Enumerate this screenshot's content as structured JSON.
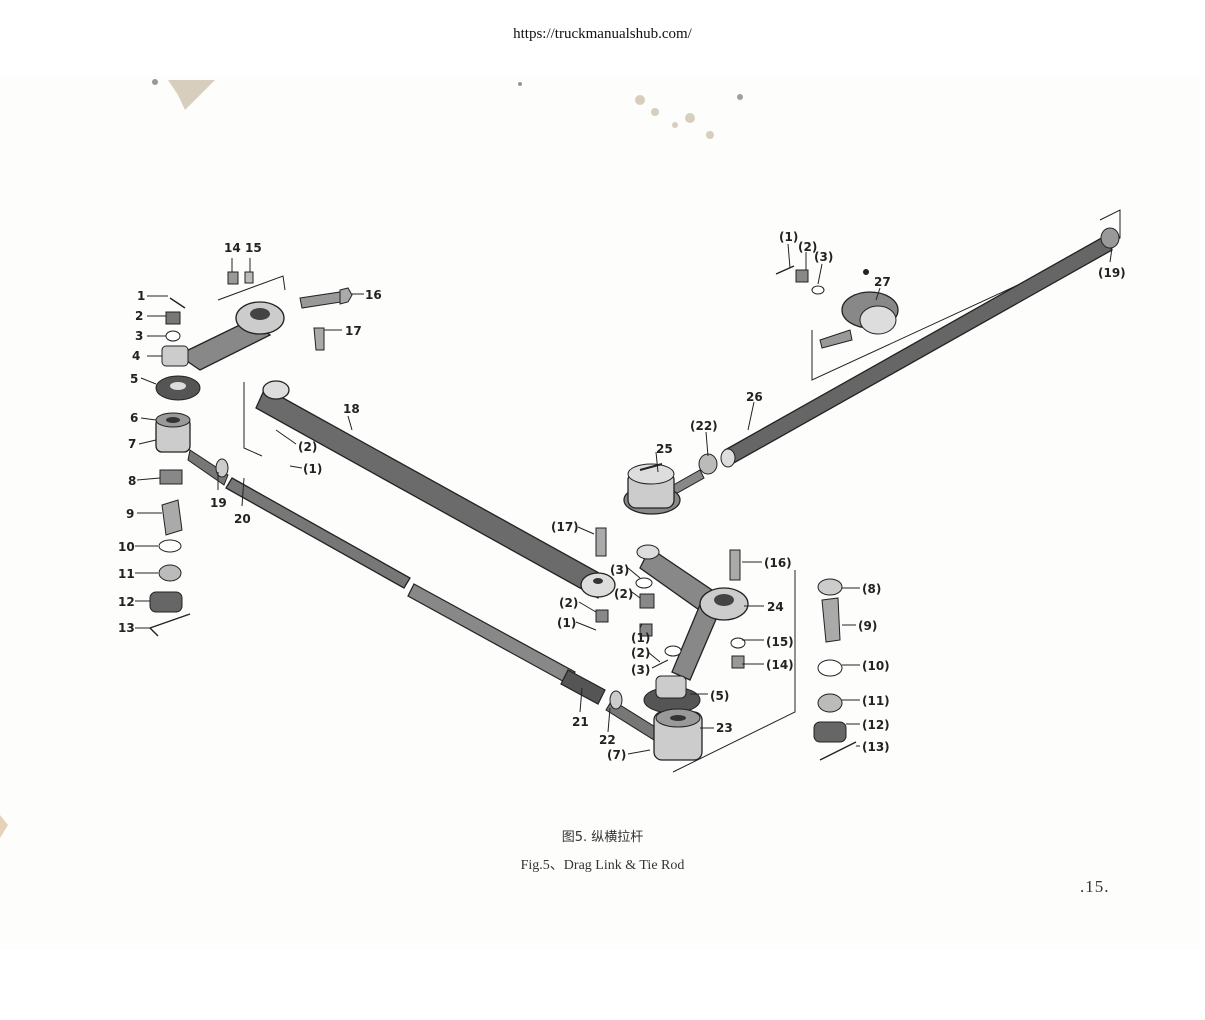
{
  "header": {
    "url": "https://truckmanualshub.com/"
  },
  "caption": {
    "chinese": "图5. 纵横拉杆",
    "english": "Fig.5、Drag Link & Tie Rod"
  },
  "page_number": ".15.",
  "callouts": {
    "c1": "1",
    "c2": "2",
    "c3": "3",
    "c4": "4",
    "c5": "5",
    "c6": "6",
    "c7": "7",
    "c8": "8",
    "c9": "9",
    "c10": "10",
    "c11": "11",
    "c12": "12",
    "c13": "13",
    "c14": "14",
    "c15": "15",
    "c16": "16",
    "c17": "17",
    "c18": "18",
    "c19": "19",
    "c20": "20",
    "c21": "21",
    "c22": "22",
    "c23": "23",
    "c24": "24",
    "c25": "25",
    "c26": "26",
    "c27": "27",
    "p1": "(1)",
    "p2": "(2)",
    "p3": "(3)",
    "p5": "(5)",
    "p7": "(7)",
    "p8": "(8)",
    "p9": "(9)",
    "p10": "(10)",
    "p11": "(11)",
    "p12": "(12)",
    "p13": "(13)",
    "p14": "(14)",
    "p15": "(15)",
    "p16": "(16)",
    "p17": "(17)",
    "p19": "(19)",
    "p22": "(22)"
  }
}
